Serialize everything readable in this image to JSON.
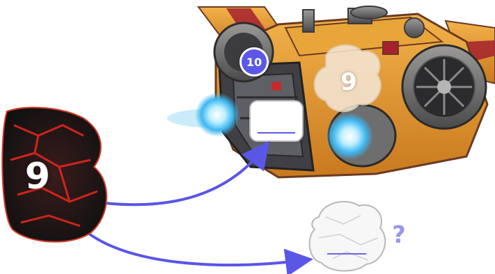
{
  "badge": {
    "value": "10"
  },
  "ship": {
    "ghost_number": "9"
  },
  "source_rock": {
    "number": "9"
  },
  "target_rock": {
    "hint": "?"
  },
  "colors": {
    "accent": "#5b57e8",
    "arrow": "#5a56e6",
    "ship_orange": "#e19a2e",
    "ship_dark": "#6b3a22",
    "engine_glow": "#5fd2ff",
    "lava": "#e0261d",
    "rock": "#2a2a2d",
    "hint": "#9a97ec"
  },
  "icons": {
    "source": "lava-rock-icon",
    "ship": "spaceship-icon",
    "ghost": "ghost-rock-icon"
  }
}
